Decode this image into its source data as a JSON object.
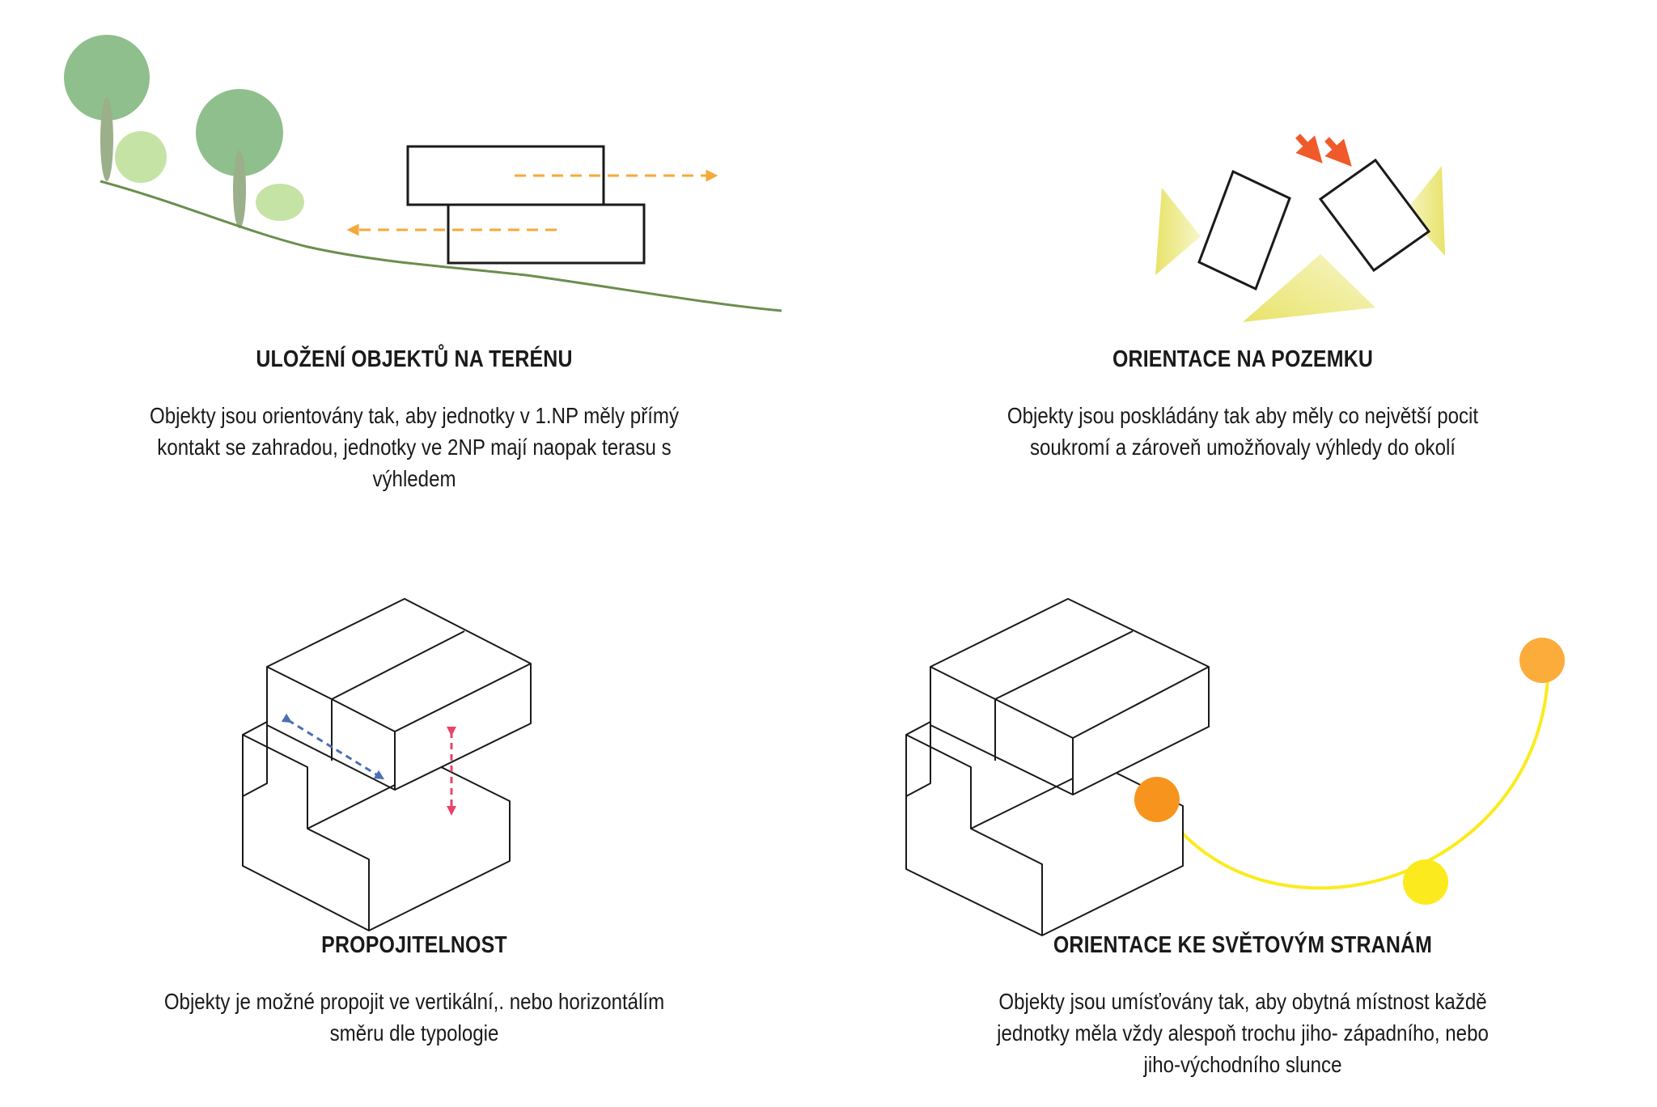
{
  "panels": {
    "terrain": {
      "title": "ULOŽENÍ OBJEKTŮ NA TERÉNU",
      "desc": [
        "Objekty jsou orientovány tak, aby jednotky v 1.NP měly přímý",
        "kontakt se zahradou, jednotky ve 2NP mají naopak terasu s",
        "výhledem"
      ]
    },
    "site": {
      "title": "ORIENTACE NA POZEMKU",
      "desc": [
        "Objekty jsou poskládány tak aby měly co největší pocit",
        "soukromí a zároveň umožňovaly výhledy do okolí"
      ]
    },
    "connect": {
      "title": "PROPOJITELNOST",
      "desc": [
        "Objekty je možné propojit ve vertikální,. nebo horizontálím",
        "směru dle typologie"
      ]
    },
    "sun": {
      "title": "ORIENTACE KE SVĚTOVÝM STRANÁM",
      "desc": [
        "Objekty jsou umísťovány tak, aby obytná místnost každě",
        "jednotky měla vždy alespoň trochu jiho- západního, nebo",
        "jiho-východního slunce"
      ]
    }
  },
  "colors": {
    "tree_dark": "#8fbf8c",
    "tree_light": "#c6e3a6",
    "terrain_line": "#6b8e4e",
    "arrow_orange": "#f5a93a",
    "arrow_red": "#f05a2a",
    "arrow_blue": "#4a6fb5",
    "arrow_pink": "#e8436b",
    "sun_yellow": "#fbeb1e",
    "sun_orange": "#f7941d",
    "sun_light_orange": "#fbac3a"
  }
}
